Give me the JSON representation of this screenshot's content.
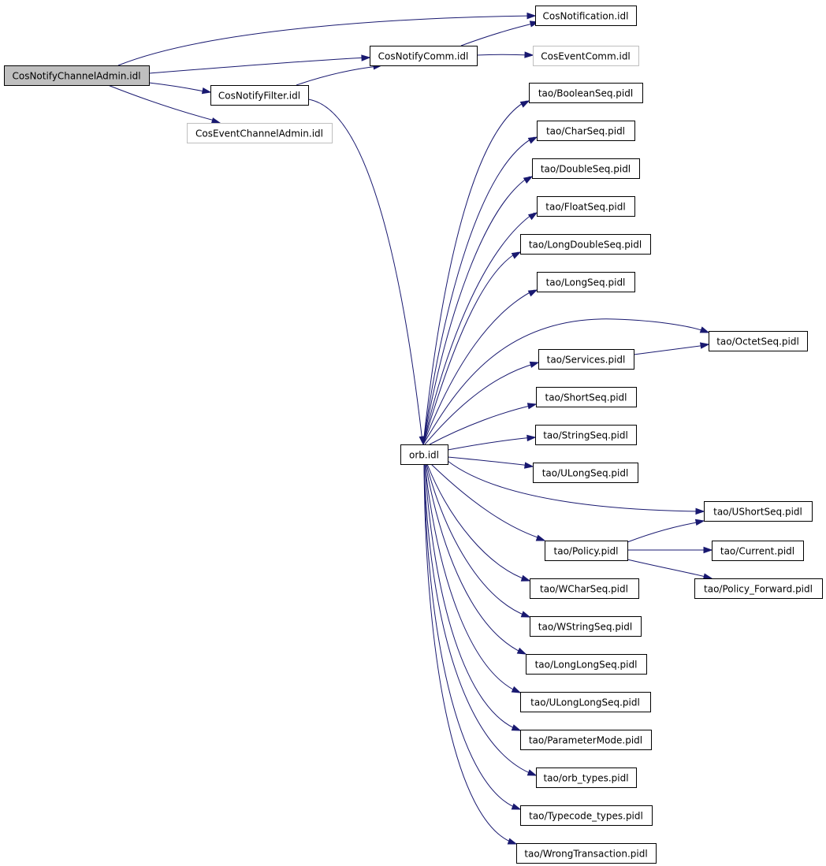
{
  "colors": {
    "edge": "#191970",
    "node_border": "#000000",
    "node_border_external": "#bfbfbf",
    "root_fill": "#bfbfbf",
    "node_fill": "#ffffff"
  },
  "nodes": {
    "root": "CosNotifyChannelAdmin.idl",
    "cosnotification": "CosNotification.idl",
    "cosnotifycomm": "CosNotifyComm.idl",
    "coseventcomm": "CosEventComm.idl",
    "cosnotifyfilter": "CosNotifyFilter.idl",
    "coseventchanneladmin": "CosEventChannelAdmin.idl",
    "orb": "orb.idl",
    "booleanseq": "tao/BooleanSeq.pidl",
    "charseq": "tao/CharSeq.pidl",
    "doubleseq": "tao/DoubleSeq.pidl",
    "floatseq": "tao/FloatSeq.pidl",
    "longdoubleseq": "tao/LongDoubleSeq.pidl",
    "longseq": "tao/LongSeq.pidl",
    "octetseq": "tao/OctetSeq.pidl",
    "services": "tao/Services.pidl",
    "shortseq": "tao/ShortSeq.pidl",
    "stringseq": "tao/StringSeq.pidl",
    "ulongseq": "tao/ULongSeq.pidl",
    "ushortseq": "tao/UShortSeq.pidl",
    "policy": "tao/Policy.pidl",
    "current": "tao/Current.pidl",
    "policy_forward": "tao/Policy_Forward.pidl",
    "wcharseq": "tao/WCharSeq.pidl",
    "wstringseq": "tao/WStringSeq.pidl",
    "longlongseq": "tao/LongLongSeq.pidl",
    "ulonglongseq": "tao/ULongLongSeq.pidl",
    "parametermode": "tao/ParameterMode.pidl",
    "orb_types": "tao/orb_types.pidl",
    "typecode_types": "tao/Typecode_types.pidl",
    "wrongtransaction": "tao/WrongTransaction.pidl"
  }
}
